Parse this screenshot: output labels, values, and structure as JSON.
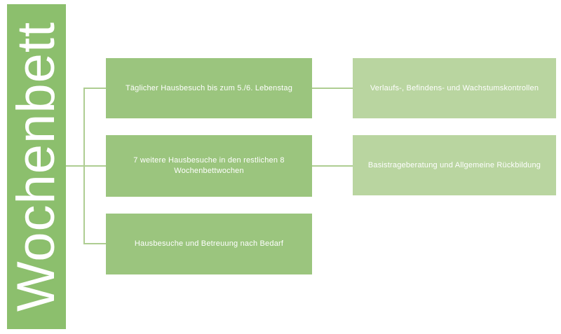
{
  "title_bar": {
    "label": "Wochenbett"
  },
  "colors": {
    "background": "#ffffff",
    "bar": "#8cbf6d",
    "primary_box": "#9bc57e",
    "secondary_box": "#b9d5a0",
    "connector": "#aecd92",
    "text": "#ffffff"
  },
  "diagram": {
    "rows": [
      {
        "main": "Täglicher Hausbesuch bis zum 5./6. Lebenstag",
        "detail": "Verlaufs-, Befindens- und Wachstumskontrollen"
      },
      {
        "main": "7 weitere Hausbesuche in den restlichen 8 Wochenbettwochen",
        "detail": "Basistrageberatung und Allgemeine Rückbildung"
      },
      {
        "main": "Hausbesuche und Betreuung nach Bedarf"
      }
    ]
  }
}
